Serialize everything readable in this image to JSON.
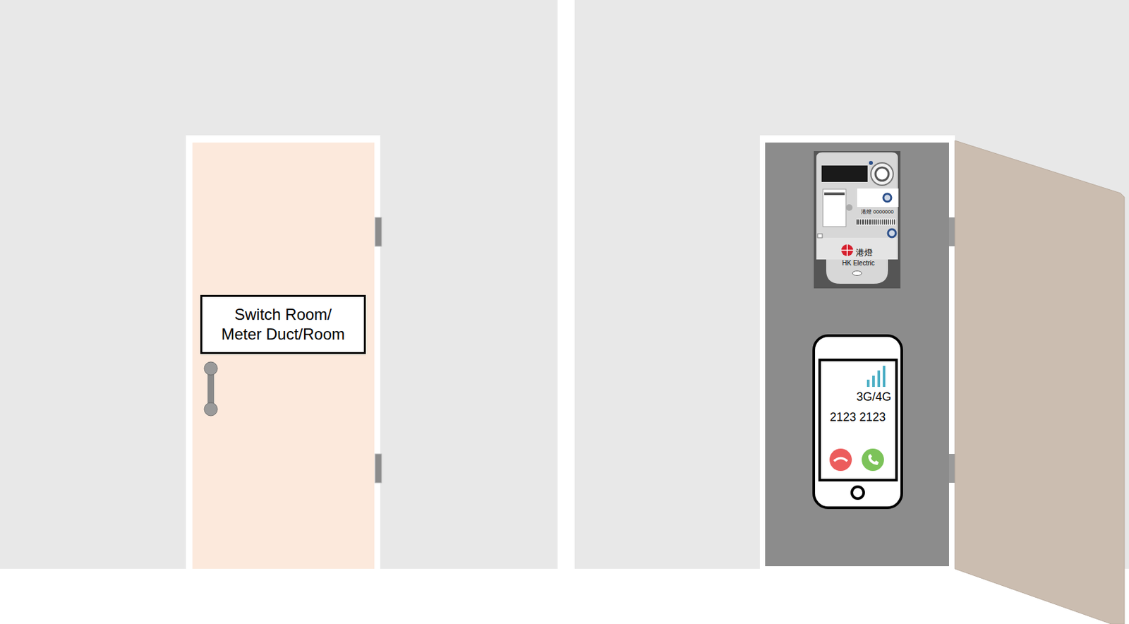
{
  "diagram": {
    "nodes": [
      {
        "text": [
          "Switch Room/ Meter Duct/Room"
        ]
      },
      {
        "text": [
          "港燈 0000000",
          "港燈",
          "HK Electric"
        ]
      },
      {
        "text": [
          "3G/4G",
          "2123 2123"
        ]
      }
    ]
  }
}
